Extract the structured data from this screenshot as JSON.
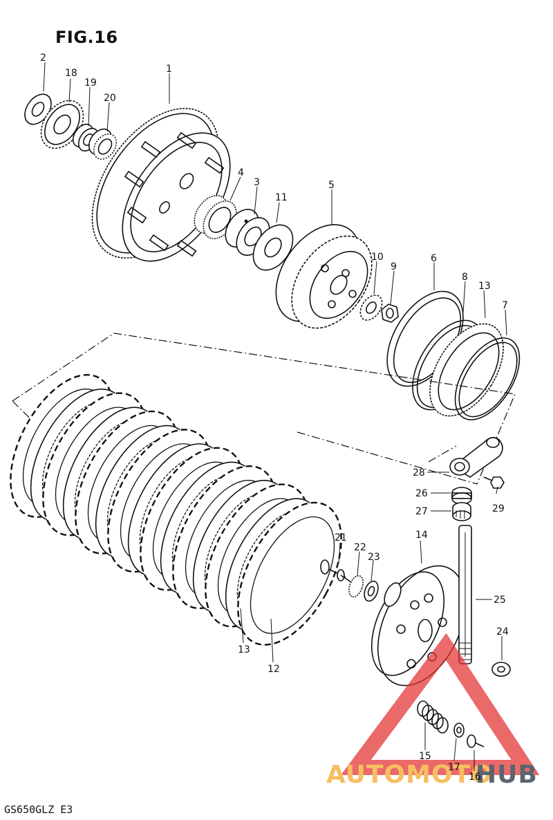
{
  "figure_title": "FIG.16",
  "model_code": "GS650GLZ E3",
  "watermark": {
    "brand_part1": "AUTOMOTO",
    "brand_part2": "HUB",
    "color_orange": "#f5a623",
    "color_dark": "#1a2a3a",
    "triangle_color": "#e33030"
  },
  "parts": [
    {
      "id": "2",
      "label": "2"
    },
    {
      "id": "18",
      "label": "18"
    },
    {
      "id": "19",
      "label": "19"
    },
    {
      "id": "20",
      "label": "20"
    },
    {
      "id": "1",
      "label": "1"
    },
    {
      "id": "4",
      "label": "4"
    },
    {
      "id": "3",
      "label": "3"
    },
    {
      "id": "11",
      "label": "11"
    },
    {
      "id": "5",
      "label": "5"
    },
    {
      "id": "10",
      "label": "10"
    },
    {
      "id": "9",
      "label": "9"
    },
    {
      "id": "6",
      "label": "6"
    },
    {
      "id": "8",
      "label": "8"
    },
    {
      "id": "13a",
      "label": "13"
    },
    {
      "id": "7",
      "label": "7"
    },
    {
      "id": "28",
      "label": "28"
    },
    {
      "id": "26",
      "label": "26"
    },
    {
      "id": "29",
      "label": "29"
    },
    {
      "id": "27",
      "label": "27"
    },
    {
      "id": "14",
      "label": "14"
    },
    {
      "id": "21",
      "label": "21"
    },
    {
      "id": "22",
      "label": "22"
    },
    {
      "id": "23",
      "label": "23"
    },
    {
      "id": "25",
      "label": "25"
    },
    {
      "id": "24",
      "label": "24"
    },
    {
      "id": "13b",
      "label": "13"
    },
    {
      "id": "12",
      "label": "12"
    },
    {
      "id": "15",
      "label": "15"
    },
    {
      "id": "17",
      "label": "17"
    },
    {
      "id": "16",
      "label": "16"
    }
  ]
}
